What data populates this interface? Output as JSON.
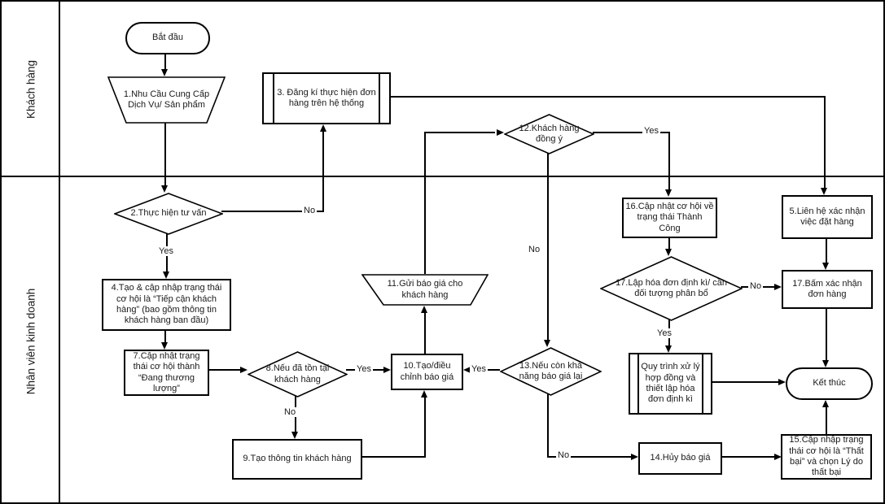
{
  "lanes": {
    "customer": "Khách hàng",
    "sales": "Nhân viên kinh doanh"
  },
  "labels": {
    "yes": "Yes",
    "no": "No"
  },
  "nodes": {
    "start": "Bắt đầu",
    "n1": "1.Nhu Cầu Cung Cấp Dịch Vụ/ Sản phẩm",
    "n3": "3. Đăng kí thực hiện đơn hàng trên hệ thống",
    "d2": "2.Thực hiện tư vấn",
    "n4": "4.Tạo & cập nhập trạng thái cơ hội là “Tiếp cận khách hàng” (bao gồm thông tin khách hàng ban đầu)",
    "n7": "7.Cập nhật trạng thái cơ hội thành “Đang thương lượng”",
    "d8": "8.Nếu đã tồn tại khách hàng",
    "n9": "9.Tạo thông tin khách hàng",
    "n10": "10.Tạo/điều chỉnh báo giá",
    "n11": "11.Gửi báo giá cho khách hàng",
    "d12": "12.Khách hàng đồng ý",
    "d13": "13.Nếu còn khả năng báo giá lại",
    "n14": "14.Hủy báo giá",
    "n15": "15.Cập nhập trạng thái cơ hội là “Thất bại” và chọn Lý do thất bại",
    "n16": "16.Cập nhật cơ hội về trạng thái Thành Công",
    "d17": "17.Lập hóa đơn định kì/ cần đối tượng phân bổ",
    "n5": "5.Liên hệ xác nhận việc đặt hàng",
    "n17b": "17.Bấm xác nhận đơn hàng",
    "sub": "Quy trình xử lý hợp đồng và thiết lập hóa đơn định kì",
    "end": "Kết thúc"
  },
  "colors": {
    "stroke": "#000000",
    "node_fill": "#ffffff",
    "background": "#ffffff"
  }
}
